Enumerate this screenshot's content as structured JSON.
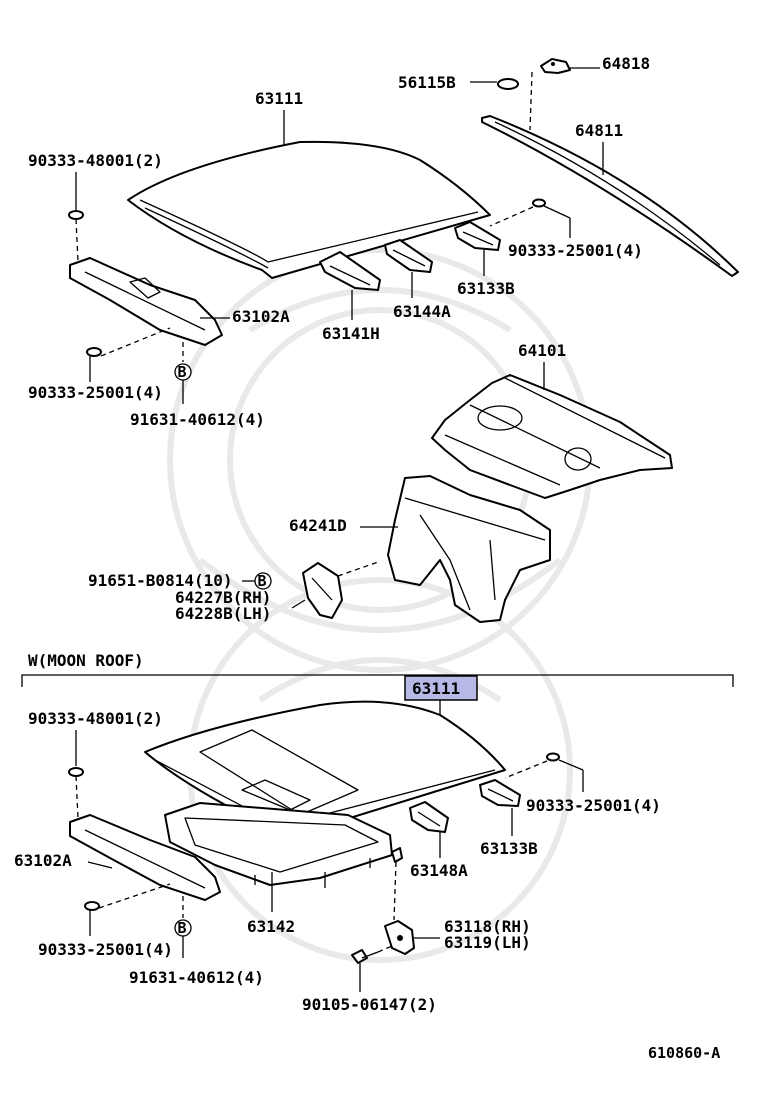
{
  "labels": {
    "p64818": "64818",
    "p56115B": "56115B",
    "p63111_top": "63111",
    "p64811": "64811",
    "p90333_48001_a": "90333-48001(2)",
    "p90333_25001_tr": "90333-25001(4)",
    "p63133B_a": "63133B",
    "p63144A": "63144A",
    "p63102A_a": "63102A",
    "p63141H": "63141H",
    "p90333_25001_ml": "90333-25001(4)",
    "p91631_40612_a": "91631-40612(4)",
    "p64101": "64101",
    "p64241D": "64241D",
    "p91651_B0814": "91651-B0814(10)",
    "p64227B": "64227B(RH)",
    "p64228B": "64228B(LH)",
    "section_title": "W(MOON ROOF)",
    "p63111_hl": "63111",
    "p90333_48001_b": "90333-48001(2)",
    "p90333_25001_br": "90333-25001(4)",
    "p63102A_b": "63102A",
    "p63133B_b": "63133B",
    "p63148A": "63148A",
    "p63142": "63142",
    "p90333_25001_bl": "90333-25001(4)",
    "p91631_40612_b": "91631-40612(4)",
    "p63118": "63118(RH)",
    "p63119": "63119(LH)",
    "p90105_06147": "90105-06147(2)",
    "diagram_id": "610860-A"
  },
  "markers": {
    "b1": "B",
    "b2": "B",
    "b3": "B"
  },
  "colors": {
    "highlight": "#b6b8e6",
    "line": "#000000",
    "watermark": "#e9e9e9"
  }
}
